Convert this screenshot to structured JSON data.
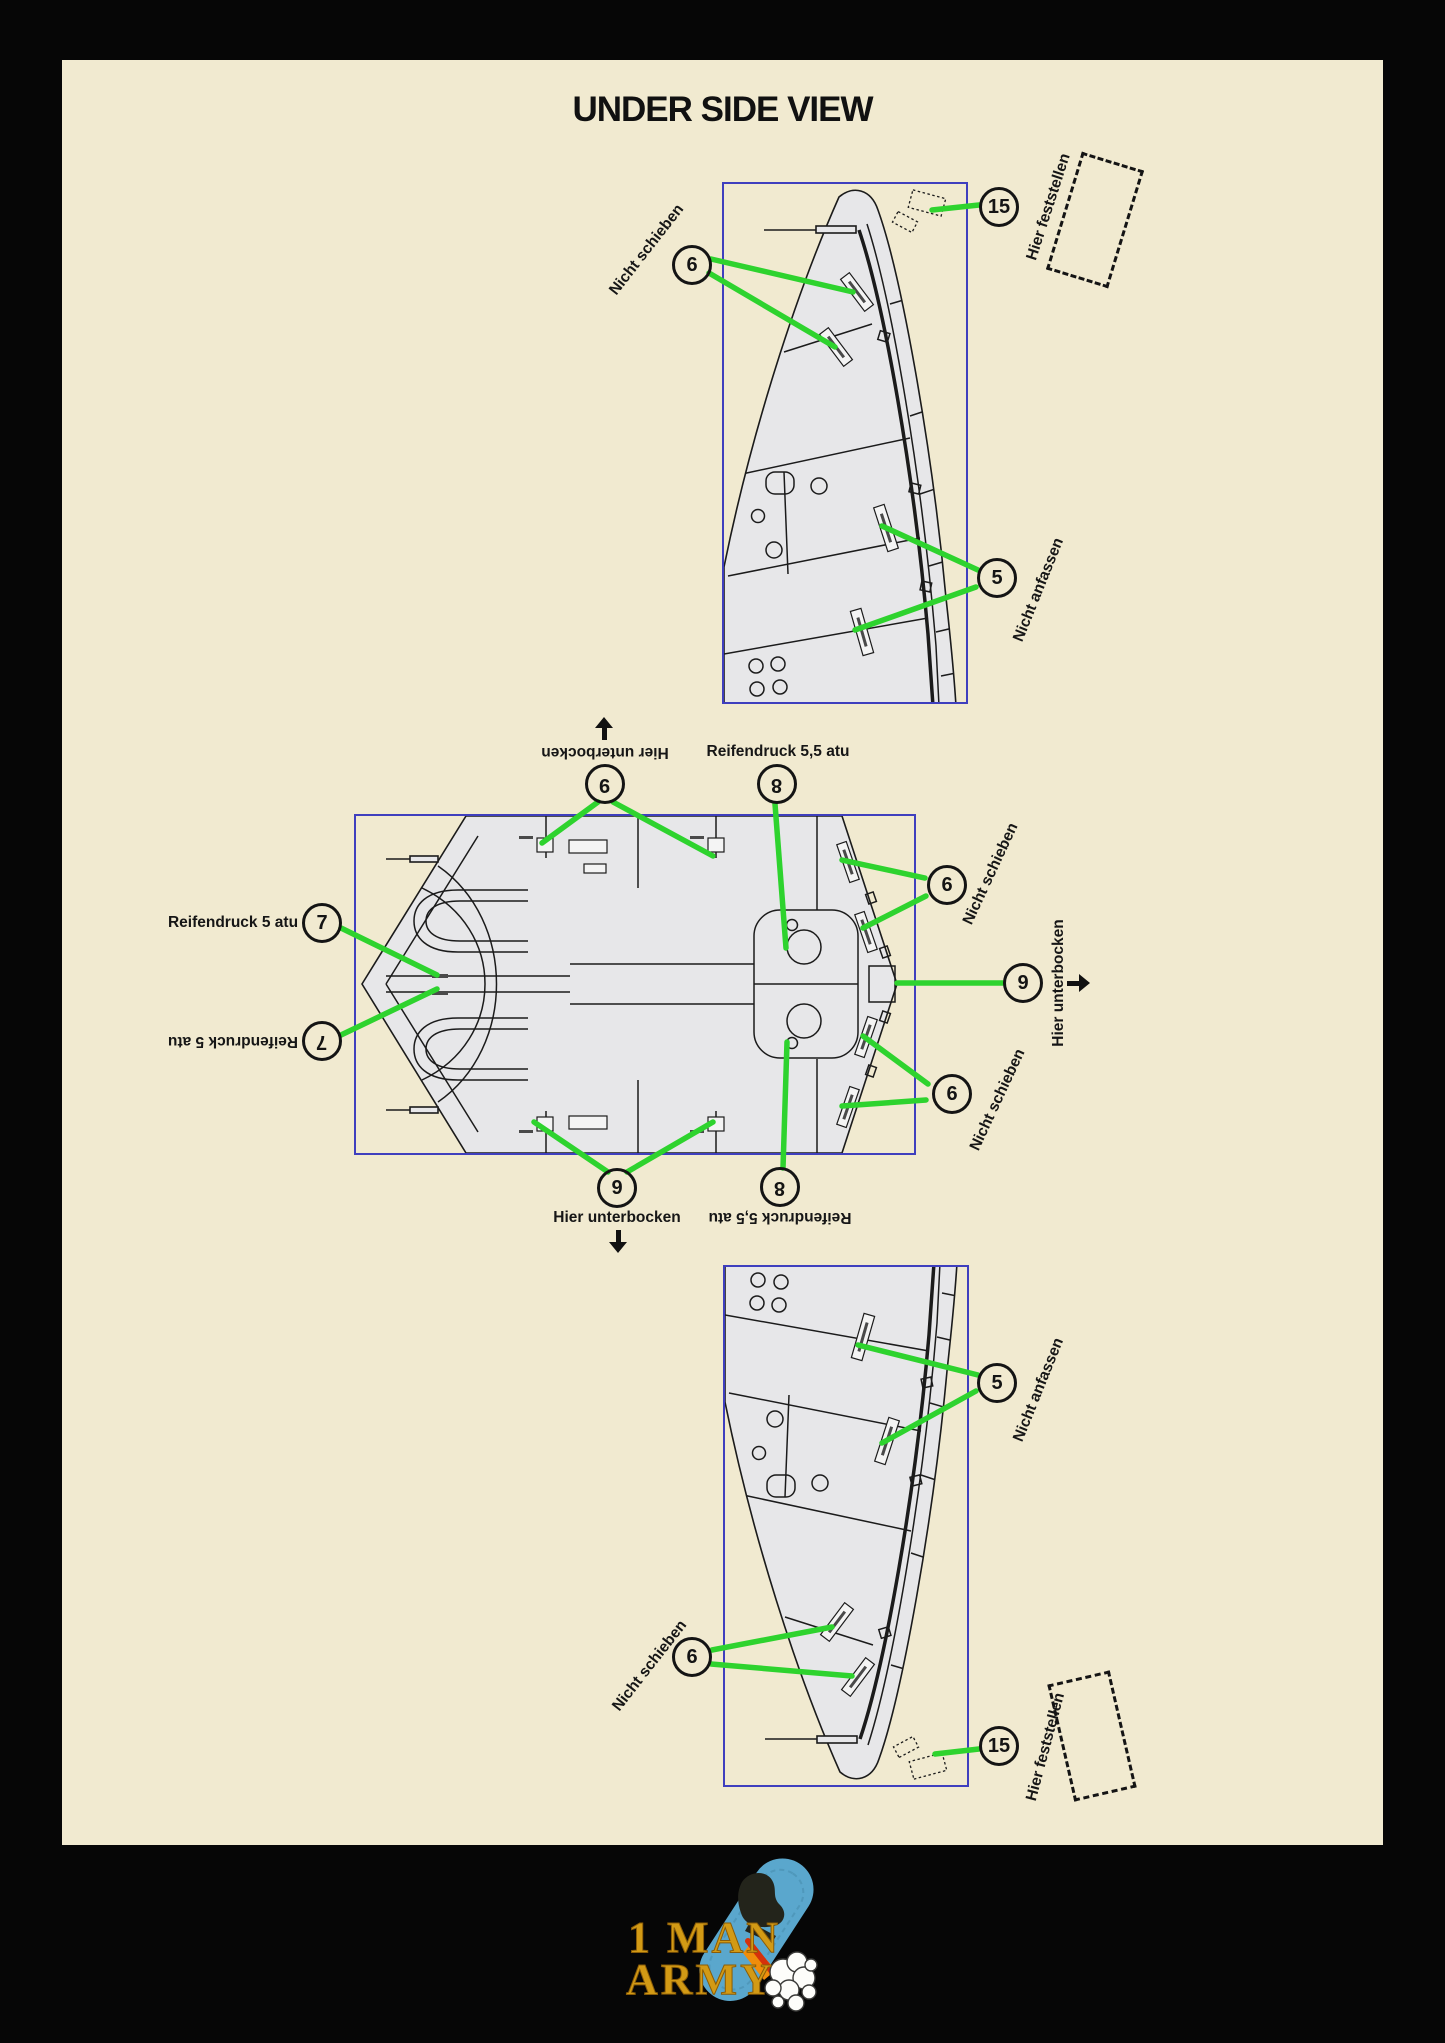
{
  "title": "UNDER SIDE VIEW",
  "labels": {
    "nicht_schieben": "Nicht schieben",
    "nicht_anfassen": "Nicht anfassen",
    "hier_feststellen": "Hier feststellen",
    "hier_unterbocken": "Hier unterbocken",
    "reifendruck_5_5": "Reifendruck 5,5 atu",
    "reifendruck_5": "Reifendruck 5 atu"
  },
  "numbers": {
    "n5": "5",
    "n6": "6",
    "n7": "7",
    "n8": "8",
    "n9": "9",
    "n15": "15"
  },
  "logo": {
    "line1": "1 MAN",
    "line2": "ARMY"
  },
  "colors": {
    "page_bg": "#f1ead0",
    "border_bg": "#060606",
    "frame_blue": "#3f3fbe",
    "callout_green": "#2ed32e",
    "drawing_fill": "#e7e7e9",
    "ink": "#1b1b1b",
    "logo_gold": "#d29a15",
    "logo_blue": "#5aa7cd"
  }
}
